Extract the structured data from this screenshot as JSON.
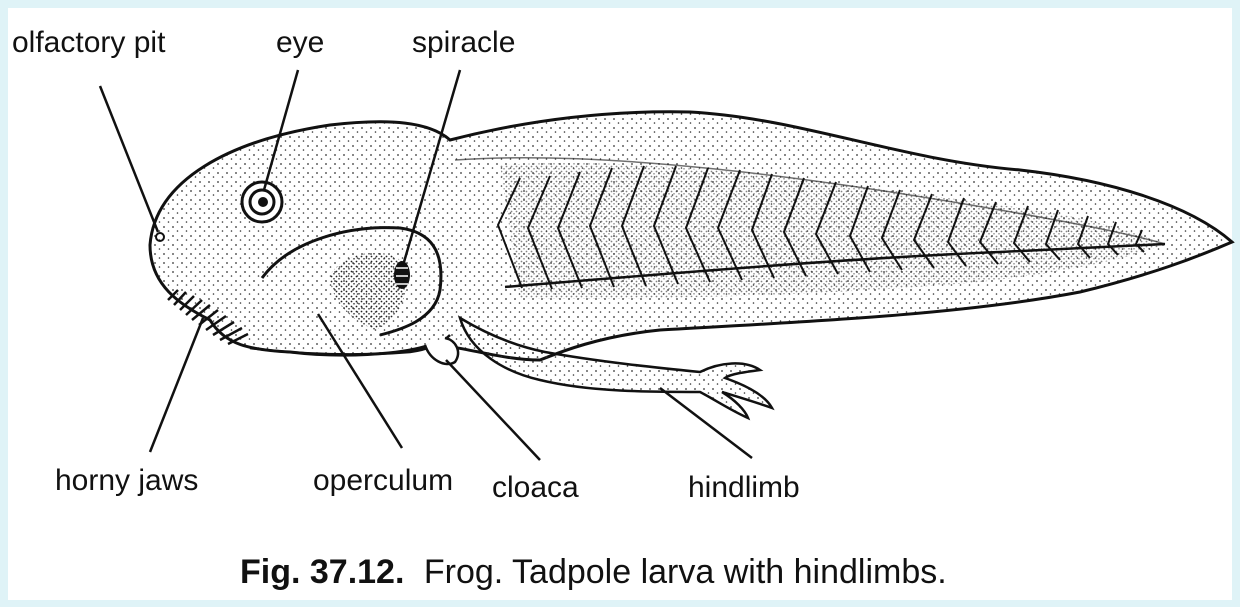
{
  "labels": {
    "olfactory_pit": "olfactory pit",
    "eye": "eye",
    "spiracle": "spiracle",
    "horny_jaws": "horny jaws",
    "operculum": "operculum",
    "cloaca": "cloaca",
    "hindlimb": "hindlimb"
  },
  "caption": {
    "number": "Fig. 37.12.",
    "text": "Frog. Tadpole larva with hindlimbs."
  },
  "colors": {
    "background": "#dff3f7",
    "panel": "#ffffff",
    "ink": "#111111"
  }
}
